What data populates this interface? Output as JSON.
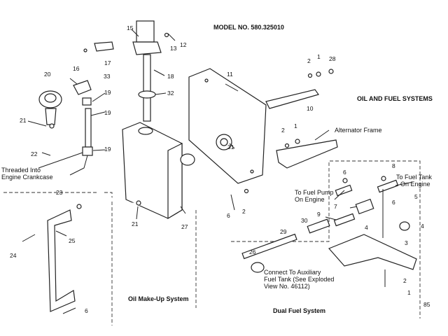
{
  "title": "MODEL NO. 580.325010",
  "section_oil_fuel": "OIL AND FUEL SYSTEMS",
  "section_oil_makeup": "Oil Make-Up System",
  "section_dual_fuel": "Dual Fuel System",
  "page_number": "85",
  "callouts": {
    "threaded_line1": "Threaded Into",
    "threaded_line2": "Engine Crankcase",
    "alternator": "Alternator Frame",
    "fuel_pump_line1": "To Fuel Pump",
    "fuel_pump_line2": "On Engine",
    "fuel_tank_line1": "To Fuel Tank",
    "fuel_tank_line2": "On Engine",
    "aux_line1": "Connect To Auxiliary",
    "aux_line2": "Fuel Tank (See Exploded",
    "aux_line3": "View No. 46112)"
  },
  "parts": {
    "p1a": "1",
    "p1b": "1",
    "p1c": "1",
    "p2a": "2",
    "p2b": "2",
    "p2c": "2",
    "p2d": "2",
    "p3": "3",
    "p4a": "4",
    "p4b": "4",
    "p5": "5",
    "p6a": "6",
    "p6b": "6",
    "p6c": "6",
    "p6d": "6",
    "p7": "7",
    "p8": "8",
    "p9": "9",
    "p10": "10",
    "p11": "11",
    "p12": "12",
    "p13": "13",
    "p15": "15",
    "p16": "16",
    "p17": "17",
    "p18": "18",
    "p19a": "19",
    "p19b": "19",
    "p19c": "19",
    "p20": "20",
    "p21a": "21",
    "p21b": "21",
    "p22": "22",
    "p23": "23",
    "p24": "24",
    "p25": "25",
    "p26": "26",
    "p27": "27",
    "p28": "28",
    "p29": "29",
    "p30": "30",
    "p31": "31",
    "p32": "32",
    "p33": "33"
  }
}
